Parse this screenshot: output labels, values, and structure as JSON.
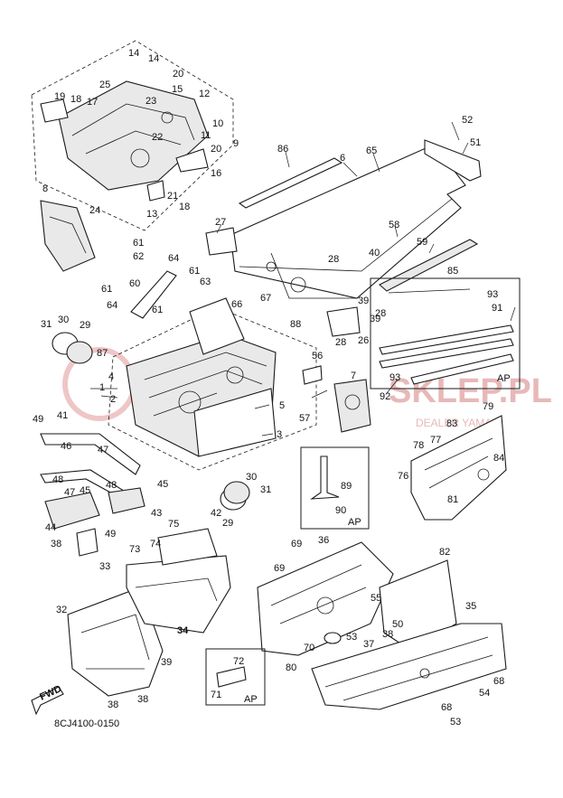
{
  "diagram": {
    "reference_code": "8CJ4100-0150",
    "watermark_main": "SKLEP.PL",
    "watermark_sub": "DEALER YAMAH",
    "box_labels": [
      "AP",
      "AP",
      "AP"
    ],
    "fwd_label": "FWD",
    "callouts": [
      "1",
      "2",
      "3",
      "4",
      "5",
      "6",
      "7",
      "8",
      "9",
      "10",
      "11",
      "12",
      "13",
      "14",
      "14",
      "15",
      "16",
      "17",
      "18",
      "18",
      "19",
      "20",
      "20",
      "21",
      "22",
      "23",
      "24",
      "25",
      "26",
      "27",
      "28",
      "28",
      "28",
      "29",
      "29",
      "30",
      "30",
      "31",
      "31",
      "32",
      "33",
      "34",
      "35",
      "36",
      "37",
      "38",
      "38",
      "38",
      "38",
      "39",
      "39",
      "39",
      "40",
      "41",
      "42",
      "43",
      "44",
      "45",
      "45",
      "46",
      "47",
      "47",
      "48",
      "48",
      "49",
      "49",
      "50",
      "51",
      "52",
      "53",
      "53",
      "54",
      "55",
      "56",
      "57",
      "58",
      "59",
      "60",
      "61",
      "61",
      "61",
      "61",
      "62",
      "63",
      "64",
      "64",
      "65",
      "66",
      "67",
      "68",
      "68",
      "69",
      "69",
      "70",
      "71",
      "72",
      "73",
      "74",
      "75",
      "76",
      "77",
      "78",
      "79",
      "80",
      "81",
      "82",
      "83",
      "84",
      "85",
      "86",
      "87",
      "88",
      "89",
      "90",
      "91",
      "92",
      "93",
      "93"
    ]
  }
}
